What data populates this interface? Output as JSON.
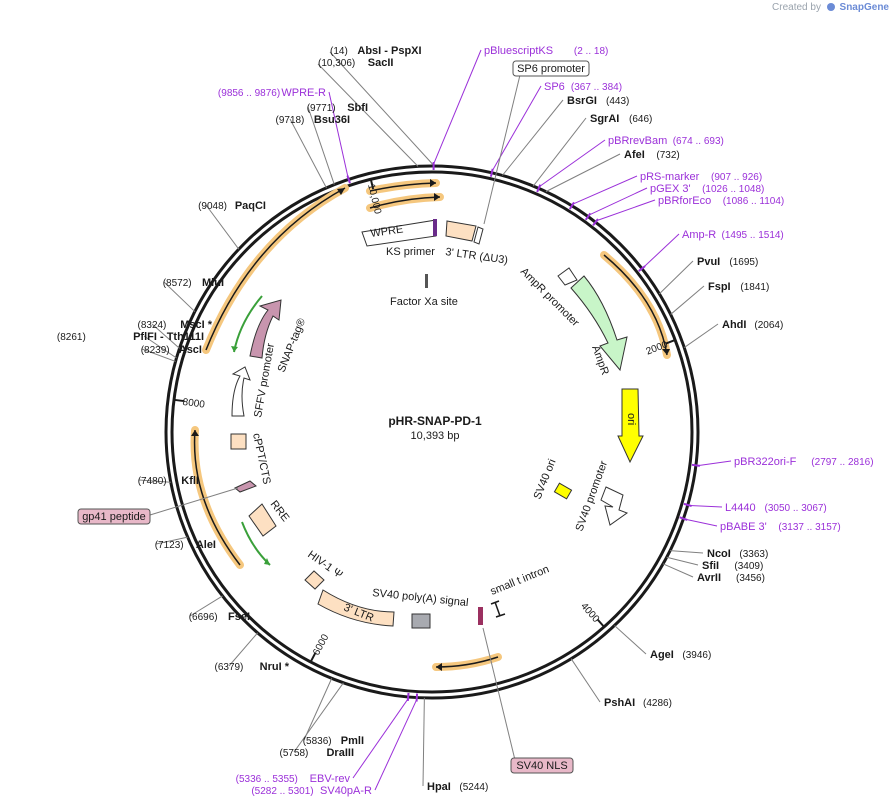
{
  "header": {
    "credit_text": "Created by",
    "brand": "SnapGene"
  },
  "plasmid": {
    "name": "pHR-SNAP-PD-1",
    "length_label": "10,393 bp",
    "length": 10393
  },
  "ticks": [
    {
      "pos": 2000,
      "label": "2000"
    },
    {
      "pos": 4000,
      "label": "4000"
    },
    {
      "pos": 6000,
      "label": "6000"
    },
    {
      "pos": 8000,
      "label": "8000"
    },
    {
      "pos": 10000,
      "label": "10,000"
    }
  ],
  "enzymes": [
    {
      "name": "AbsI",
      "name2": "PspXI",
      "pos_label": "(14)",
      "pos": 14
    },
    {
      "name": "SacII",
      "pos_label": "(10,306)",
      "pos": 10306
    },
    {
      "name": "BsrGI",
      "pos_label": "(443)",
      "pos": 443
    },
    {
      "name": "SgrAI",
      "pos_label": "(646)",
      "pos": 646
    },
    {
      "name": "AfeI",
      "pos_label": "(732)",
      "pos": 732
    },
    {
      "name": "PvuI",
      "pos_label": "(1695)",
      "pos": 1695
    },
    {
      "name": "FspI",
      "pos_label": "(1841)",
      "pos": 1841
    },
    {
      "name": "AhdI",
      "pos_label": "(2064)",
      "pos": 2064
    },
    {
      "name": "NcoI",
      "pos_label": "(3363)",
      "pos": 3363
    },
    {
      "name": "SfiI",
      "pos_label": "(3409)",
      "pos": 3409
    },
    {
      "name": "AvrII",
      "pos_label": "(3456)",
      "pos": 3456
    },
    {
      "name": "AgeI",
      "pos_label": "(3946)",
      "pos": 3946
    },
    {
      "name": "PshAI",
      "pos_label": "(4286)",
      "pos": 4286
    },
    {
      "name": "HpaI",
      "pos_label": "(5244)",
      "pos": 5244
    },
    {
      "name": "DraIII",
      "pos_label": "(5758)",
      "pos": 5758
    },
    {
      "name": "PmlI",
      "pos_label": "(5836)",
      "pos": 5836
    },
    {
      "name": "NruI *",
      "pos_label": "(6379)",
      "pos": 6379
    },
    {
      "name": "FseI",
      "pos_label": "(6696)",
      "pos": 6696
    },
    {
      "name": "AleI",
      "pos_label": "(7123)",
      "pos": 7123
    },
    {
      "name": "KflI",
      "pos_label": "(7480)",
      "pos": 7480
    },
    {
      "name": "AscI",
      "pos_label": "(8239)",
      "pos": 8239
    },
    {
      "name": "PflFI",
      "name2": "Tth111I",
      "pos_label": "(8261)",
      "pos": 8261
    },
    {
      "name": "MscI *",
      "pos_label": "(8324)",
      "pos": 8324
    },
    {
      "name": "MluI",
      "pos_label": "(8572)",
      "pos": 8572
    },
    {
      "name": "PaqCI",
      "pos_label": "(9048)",
      "pos": 9048
    },
    {
      "name": "Bsu36I",
      "pos_label": "(9718)",
      "pos": 9718
    },
    {
      "name": "SbfI",
      "pos_label": "(9771)",
      "pos": 9771
    }
  ],
  "primers": [
    {
      "name": "pBluescriptKS",
      "range": "(2 .. 18)",
      "pos": 10
    },
    {
      "name": "SP6",
      "range": "(367 .. 384)",
      "pos": 375
    },
    {
      "name": "pBRrevBam",
      "range": "(674 .. 693)",
      "pos": 683
    },
    {
      "name": "pRS-marker",
      "range": "(907 .. 926)",
      "pos": 916
    },
    {
      "name": "pGEX 3'",
      "range": "(1026 .. 1048)",
      "pos": 1037
    },
    {
      "name": "pBRforEco",
      "range": "(1086 .. 1104)",
      "pos": 1095
    },
    {
      "name": "Amp-R",
      "range": "(1495 .. 1514)",
      "pos": 1504
    },
    {
      "name": "pBR322ori-F",
      "range": "(2797 .. 2816)",
      "pos": 2806
    },
    {
      "name": "L4440",
      "range": "(3050 .. 3067)",
      "pos": 3058
    },
    {
      "name": "pBABE 3'",
      "range": "(3137 .. 3157)",
      "pos": 3147
    },
    {
      "name": "EBV-rev",
      "range": "(5336 .. 5355)",
      "pos": 5345
    },
    {
      "name": "SV40pA-R",
      "range": "(5282 .. 5301)",
      "pos": 5291
    },
    {
      "name": "WPRE-R",
      "range": "(9856 .. 9876)",
      "pos": 9866
    }
  ],
  "boxed_labels": [
    {
      "key": "sp6_promoter",
      "text": "SP6 promoter"
    },
    {
      "key": "sv40_nls",
      "text": "SV40 NLS"
    },
    {
      "key": "gp41_peptide",
      "text": "gp41 peptide"
    }
  ],
  "features": {
    "wpre": "WPRE",
    "ks_primer": "KS primer",
    "ltr3_du3": "3' LTR (ΔU3)",
    "factor_xa": "Factor Xa site",
    "ampr_promoter": "AmpR promoter",
    "ampr": "AmpR",
    "ori": "ori",
    "sv40_ori": "SV40 ori",
    "sv40_promoter": "SV40 promoter",
    "small_t_intron": "small t intron",
    "sv40_polya": "SV40 poly(A) signal",
    "ltr3": "3' LTR",
    "hiv_psi": "HIV-1 Ψ",
    "rre": "RRE",
    "cppt": "cPPT/CTS",
    "sffv": "SFFV promoter",
    "snap_tag": "SNAP-tag®"
  },
  "colors": {
    "backbone": "#1a1a1a",
    "enzyme_line": "#808080",
    "primer": "#9b30d9",
    "orf_band": "#f5c77e",
    "orf_arrow": "#1a1a1a",
    "ltr_fill": "#fde0c2",
    "ampr_fill": "#c8f5c8",
    "ori_fill": "#ffff00",
    "snap_fill": "#c895ae",
    "gray_fill": "#a8aab0",
    "green_line": "#3aa03a"
  }
}
